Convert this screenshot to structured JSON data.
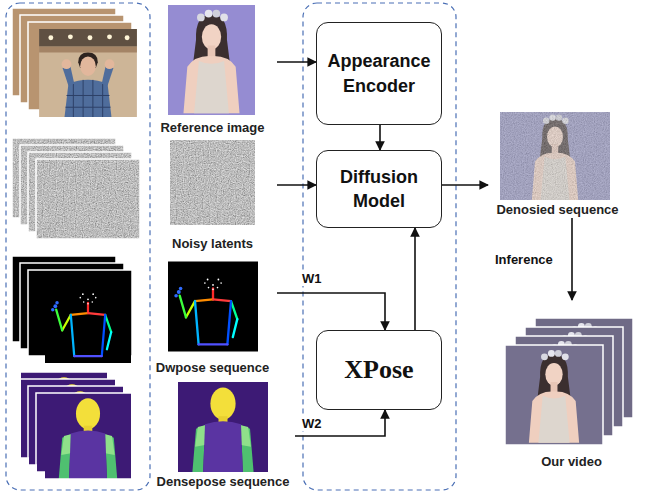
{
  "diagram": {
    "nodes": [
      {
        "text": [
          "Reference image"
        ]
      },
      {
        "text": [
          "Noisy latents"
        ]
      },
      {
        "text": [
          "Dwpose sequence"
        ]
      },
      {
        "text": [
          "Densepose sequence"
        ]
      },
      {
        "text": [
          "Appearance Encoder"
        ]
      },
      {
        "text": [
          "Diffusion Model"
        ]
      },
      {
        "text": [
          "XPose"
        ]
      },
      {
        "text": [
          "Denosied sequence"
        ]
      },
      {
        "text": [
          "Our video"
        ]
      }
    ],
    "edges": [
      {
        "from": 0,
        "to": 4,
        "arrow": "to"
      },
      {
        "from": 1,
        "to": 5,
        "arrow": "to"
      },
      {
        "from": 4,
        "to": 5,
        "arrow": "to"
      },
      {
        "from": 2,
        "to": 6,
        "label": "W1",
        "arrow": "to"
      },
      {
        "from": 3,
        "to": 6,
        "label": "W2",
        "arrow": "to"
      },
      {
        "from": 6,
        "to": 5,
        "arrow": "to"
      },
      {
        "from": 5,
        "to": 7,
        "arrow": "to"
      },
      {
        "from": 7,
        "to": 8,
        "label": "Inference",
        "arrow": "to"
      }
    ]
  }
}
